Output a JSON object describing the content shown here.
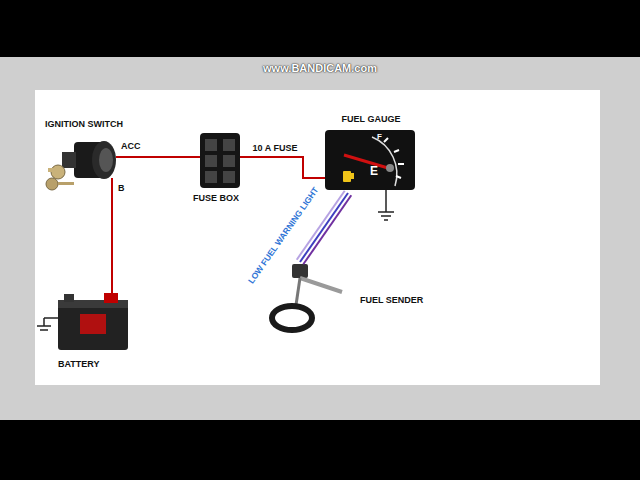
{
  "diagram": {
    "nodes": [
      {
        "text": [
          "IGNITION SWITCH"
        ]
      },
      {
        "text": [
          "FUSE BOX"
        ]
      },
      {
        "text": [
          "FUEL GAUGE"
        ]
      },
      {
        "text": [
          "FUEL SENDER"
        ]
      },
      {
        "text": [
          "BATTERY"
        ]
      }
    ],
    "edges": [
      {
        "from": 4,
        "to": 0,
        "arrow": "none"
      },
      {
        "from": 0,
        "to": 1,
        "arrow": "none"
      },
      {
        "from": 1,
        "to": 2,
        "label": "10 A FUSE",
        "arrow": "none"
      },
      {
        "from": 2,
        "to": 3,
        "arrow": "none"
      }
    ],
    "labels": [
      "www.BANDICAM.com",
      "ACC",
      "B",
      "F",
      "E",
      "LOW FUEL WARNING LIGHT"
    ]
  }
}
